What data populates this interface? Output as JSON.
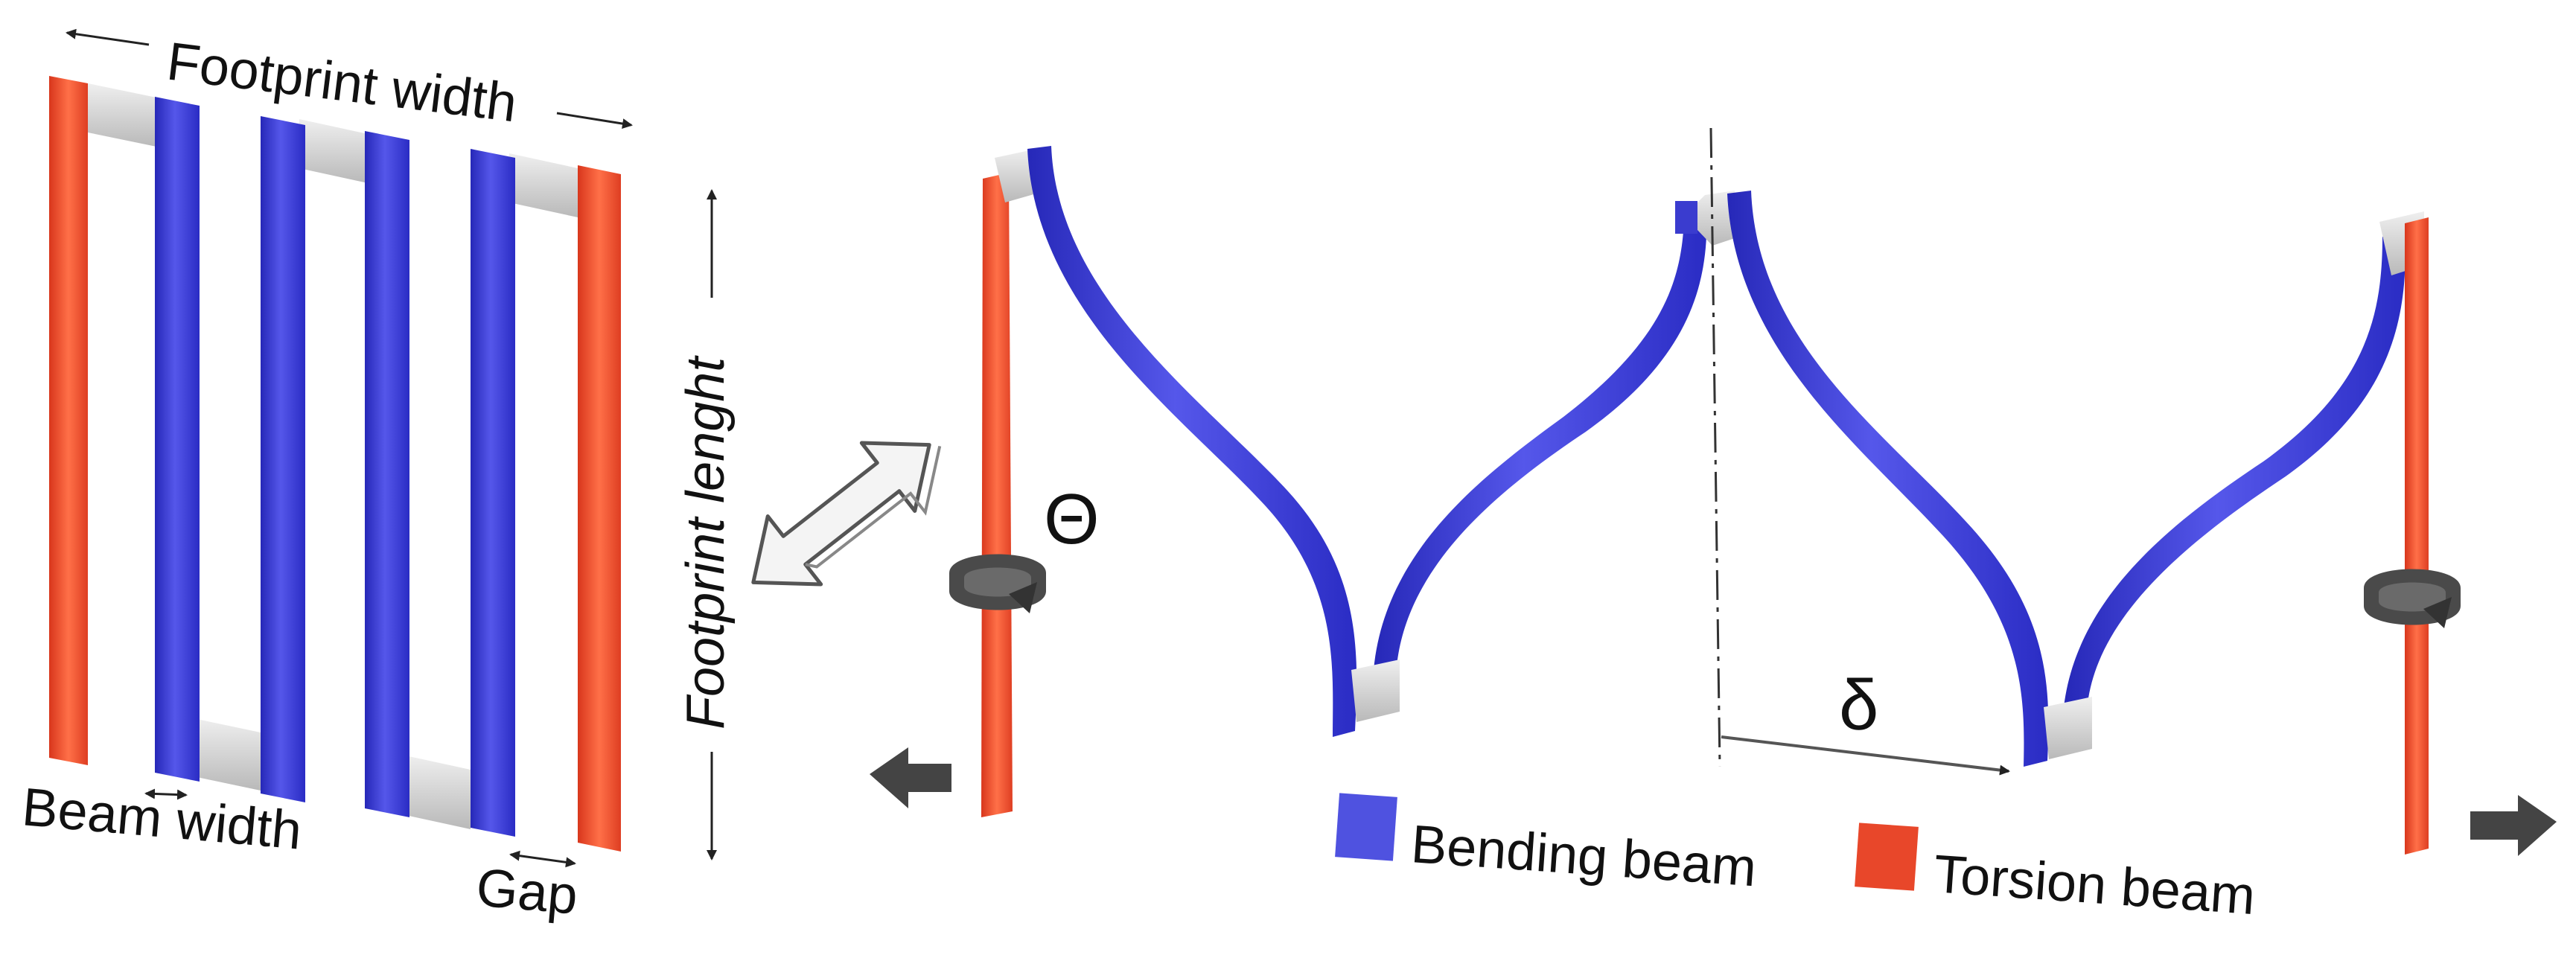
{
  "labels": {
    "footprint_width": "Footprint width",
    "footprint_length": "Footprint lenght",
    "beam_width": "Beam width",
    "gap": "Gap",
    "theta": "Θ",
    "delta": "δ"
  },
  "legend": [
    {
      "label": "Bending beam",
      "color": "#4f52e0"
    },
    {
      "label": "Torsion beam",
      "color": "#e8472a"
    }
  ],
  "colors": {
    "bending": "#3a3ccf",
    "bending_light": "#6a6cf0",
    "torsion": "#e64a2e",
    "torsion_light": "#ff7a52",
    "connector": "#c9c9c9",
    "arrow": "#444444"
  },
  "icons": {
    "transform_arrow": "double-headed-hollow-arrow-icon",
    "rotation": "rotation-arrow-icon",
    "push": "push-arrow-icon"
  }
}
